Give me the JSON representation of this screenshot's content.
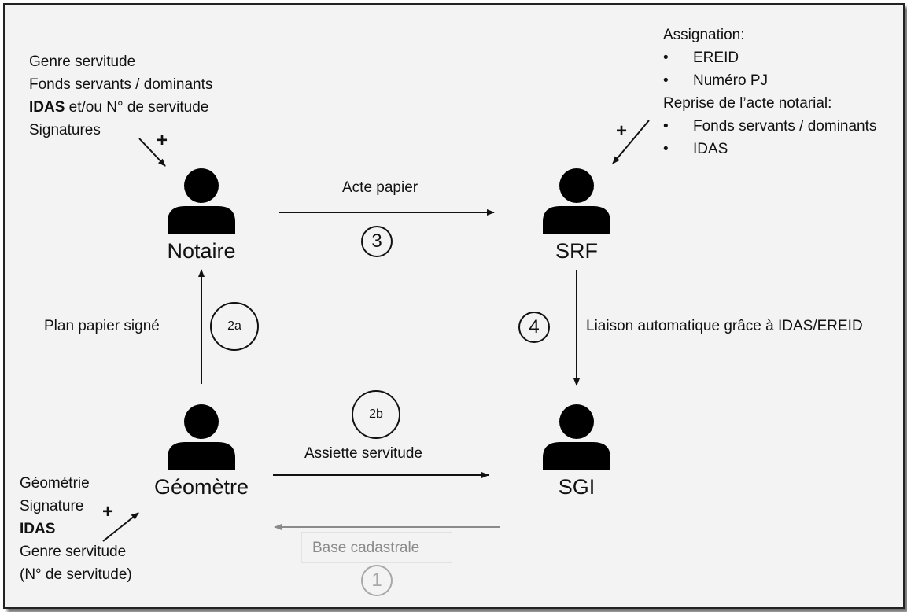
{
  "roles": {
    "notaire": "Notaire",
    "srf": "SRF",
    "geometre": "Géomètre",
    "sgi": "SGI"
  },
  "notaire_inputs": {
    "line1": "Genre servitude",
    "line2": "Fonds servants / dominants",
    "line3_bold": "IDAS",
    "line3_rest": " et/ou N° de servitude",
    "line4": "Signatures",
    "plus": "+"
  },
  "srf_inputs": {
    "assignation_title": "Assignation:",
    "assignation_items": [
      "EREID",
      "Numéro PJ"
    ],
    "reprise_title": "Reprise de l’acte notarial:",
    "reprise_items": [
      "Fonds servants / dominants",
      "IDAS"
    ],
    "bullet": "•",
    "plus": "+"
  },
  "geometre_inputs": {
    "line1": "Géométrie",
    "line2": "Signature",
    "line3_bold": "IDAS",
    "line4": "Genre servitude",
    "line5": "(N° de servitude)",
    "plus": "+"
  },
  "flows": {
    "acte_papier": "Acte papier",
    "step3": "3",
    "plan_papier": "Plan papier signé",
    "step2a": "2a",
    "liaison": "Liaison automatique grâce à IDAS/EREID",
    "step4": "4",
    "assiette": "Assiette servitude",
    "step2b": "2b",
    "base_cadastrale": "Base cadastrale",
    "step1": "1"
  },
  "colors": {
    "background": "#f3f3f3",
    "foreground": "#111111",
    "muted": "#a8a8a8"
  }
}
